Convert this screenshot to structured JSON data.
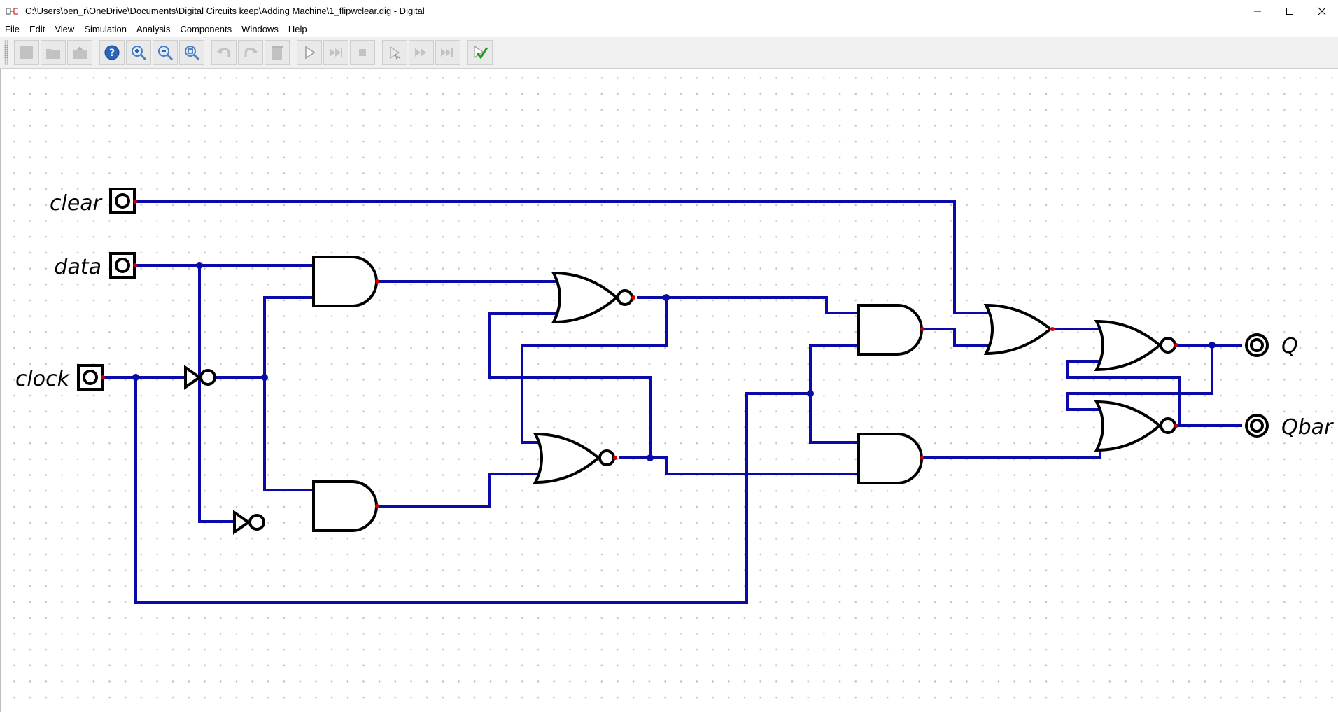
{
  "window": {
    "title": "C:\\Users\\ben_r\\OneDrive\\Documents\\Digital Circuits keep\\Adding Machine\\1_flipwclear.dig - Digital"
  },
  "menu": [
    "File",
    "Edit",
    "View",
    "Simulation",
    "Analysis",
    "Components",
    "Windows",
    "Help"
  ],
  "toolbar": {
    "buttons": [
      "new-icon",
      "open-icon",
      "save-icon",
      "help-icon",
      "zoom-in-icon",
      "zoom-out-icon",
      "zoom-fit-icon",
      "undo-icon",
      "redo-icon",
      "delete-icon",
      "run-icon",
      "step-run-icon",
      "stop-icon",
      "micro-step-icon",
      "step-forward-icon",
      "step-end-icon",
      "check-icon"
    ]
  },
  "circuit": {
    "inputs": [
      "clear",
      "data",
      "clock"
    ],
    "outputs": [
      "Q",
      "Qbar"
    ],
    "colors": {
      "wire": "#0a0aa8",
      "gate": "#000000",
      "pin": "#cc0000"
    }
  }
}
